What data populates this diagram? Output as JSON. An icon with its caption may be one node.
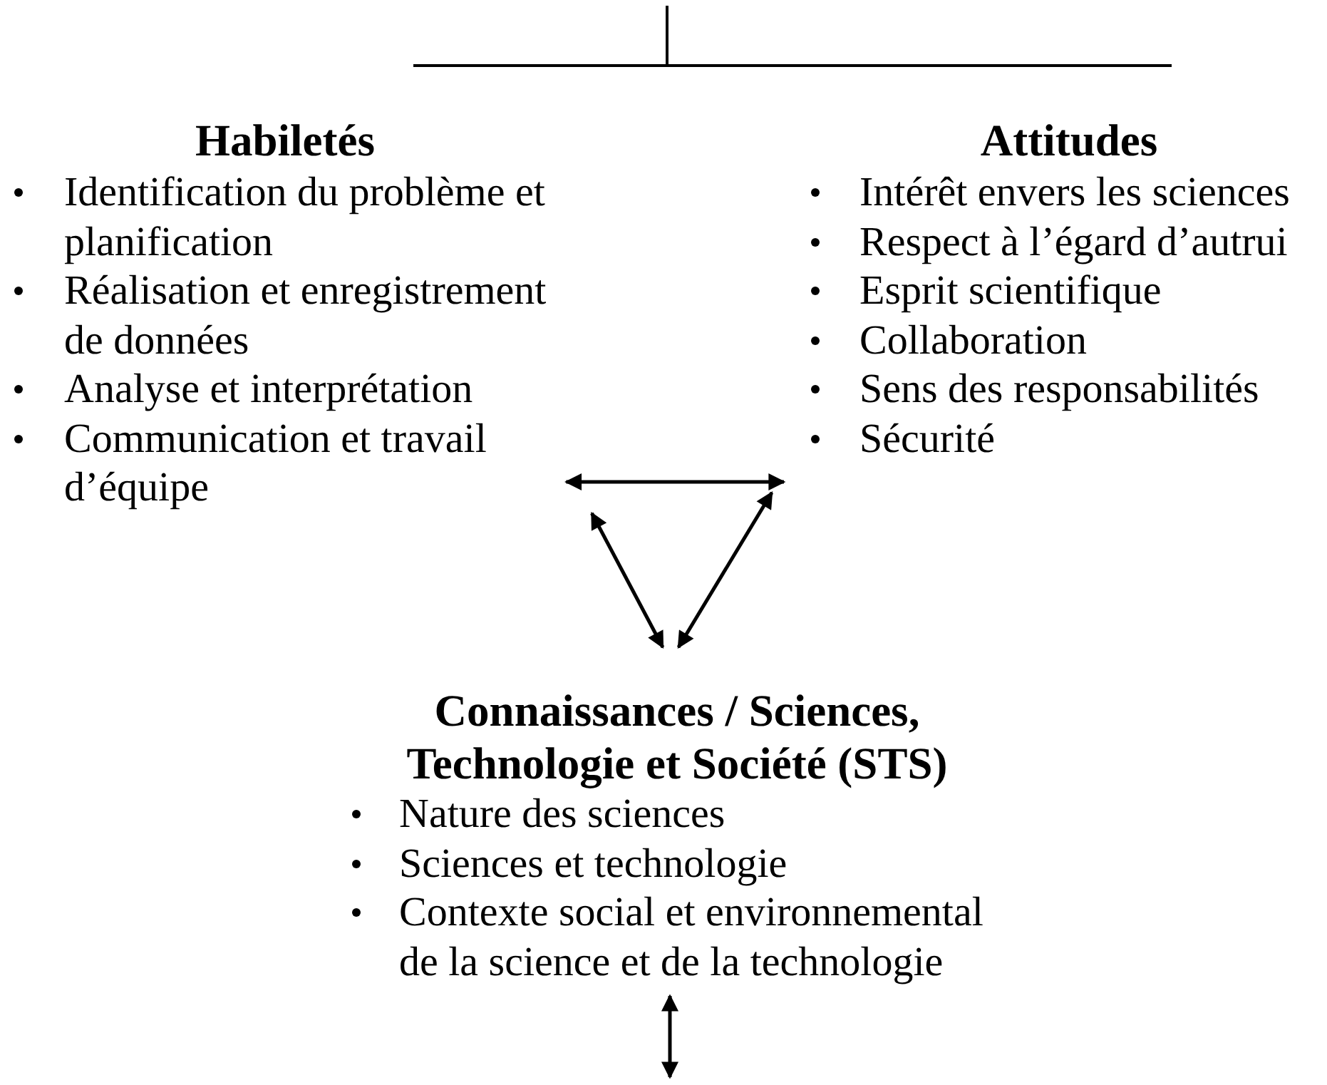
{
  "diagram": {
    "nodes": [
      {
        "text": [
          "Habiletés",
          "Identification du problème et planification",
          "Réalisation et enregistrement de données",
          "Analyse et interprétation",
          "Communication et travail d’équipe"
        ]
      },
      {
        "text": [
          "Attitudes",
          "Intérêt envers les sciences",
          "Respect à l’égard d’autrui",
          "Esprit scientifique",
          "Collaboration",
          "Sens des responsabilités",
          "Sécurité"
        ]
      },
      {
        "text": [
          "Connaissances / Sciences, Technologie et Société (STS)",
          "Nature des sciences",
          "Sciences et technologie",
          "Contexte social et environnemental de la science et de la technologie"
        ]
      }
    ],
    "edges": [
      {
        "from": 0,
        "to": 1,
        "arrow": "both"
      },
      {
        "from": 0,
        "to": 2,
        "arrow": "both"
      },
      {
        "from": 1,
        "to": 2,
        "arrow": "both"
      },
      {
        "from": 2,
        "to": null,
        "arrow": "both"
      }
    ]
  }
}
